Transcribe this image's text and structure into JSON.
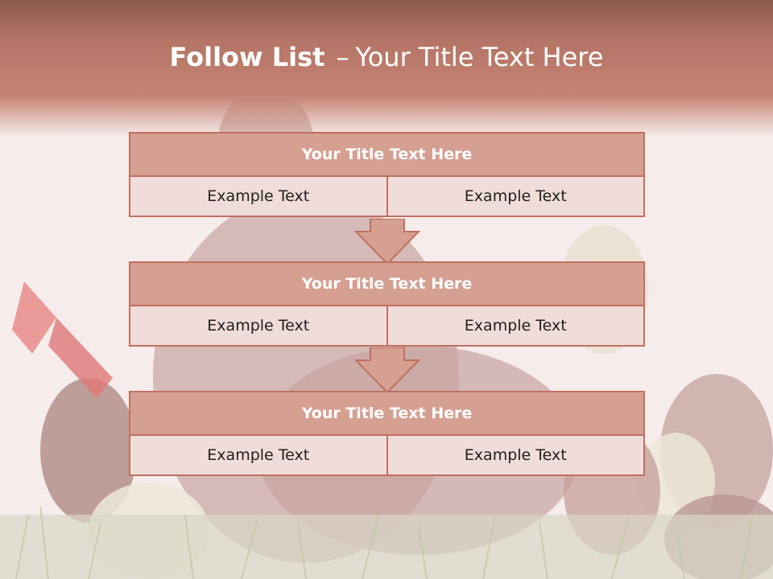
{
  "slide": {
    "title_bold": "Follow List",
    "title_dash": "–",
    "title_rest": "Your Title Text Here"
  },
  "blocks": [
    {
      "title": "Your Title Text Here",
      "left": "Example Text",
      "right": "Example Text"
    },
    {
      "title": "Your Title Text Here",
      "left": "Example Text",
      "right": "Example Text"
    },
    {
      "title": "Your Title Text Here",
      "left": "Example Text",
      "right": "Example Text"
    }
  ],
  "colors": {
    "accent": "#c0705e",
    "title_fill": "#d59f91",
    "cell_fill": "#f0dcd8",
    "header_band": "#b47566"
  },
  "icons": [
    "down-arrow-icon",
    "down-arrow-icon"
  ]
}
